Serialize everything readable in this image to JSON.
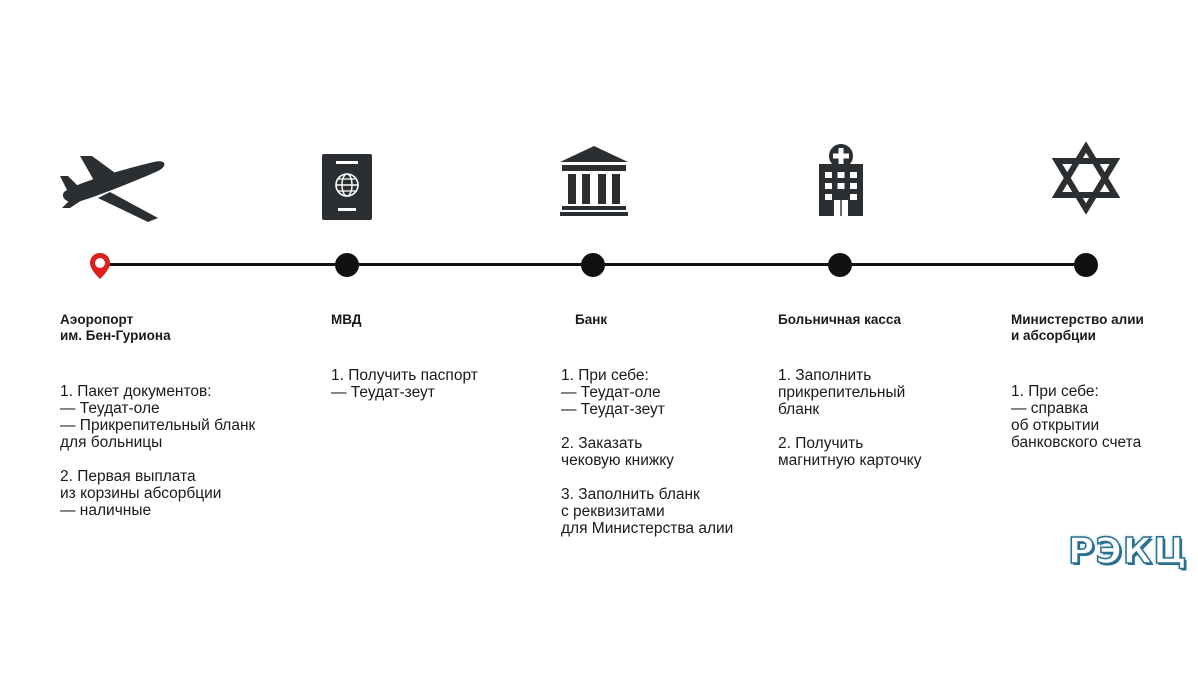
{
  "logo": {
    "text": "РЭКЦ",
    "accent": "#2a6f8f"
  },
  "colors": {
    "line": "#111111",
    "pin": "#e02020",
    "icon": "#2b2f31"
  },
  "steps": [
    {
      "icon": "airplane-icon",
      "title": "Аэоропорт\nим. Бен-Гуриона",
      "items": [
        "1. Пакет документов:\n— Теудат-оле\n— Прикрепительный бланк\nдля больницы",
        "2. Первая выплата\nиз корзины абсорбции\n— наличные"
      ]
    },
    {
      "icon": "passport-icon",
      "title": "МВД",
      "items": [
        "1. Получить паспорт\n— Теудат-зеут"
      ]
    },
    {
      "icon": "bank-icon",
      "title": "Банк",
      "items": [
        "1. При себе:\n— Теудат-оле\n— Теудат-зеут",
        "2. Заказать\nчековую книжку",
        "3. Заполнить бланк\nс реквизитами\nдля Министерства алии"
      ]
    },
    {
      "icon": "hospital-icon",
      "title": "Больничная касса",
      "items": [
        "1. Заполнить\nприкрепительный\nбланк",
        "2. Получить\nмагнитную карточку"
      ]
    },
    {
      "icon": "star-of-david-icon",
      "title": "Министерство алии\nи абсорбции",
      "items": [
        "1. При себе:\n— справка\nоб открытии\nбанковского счета"
      ]
    }
  ]
}
